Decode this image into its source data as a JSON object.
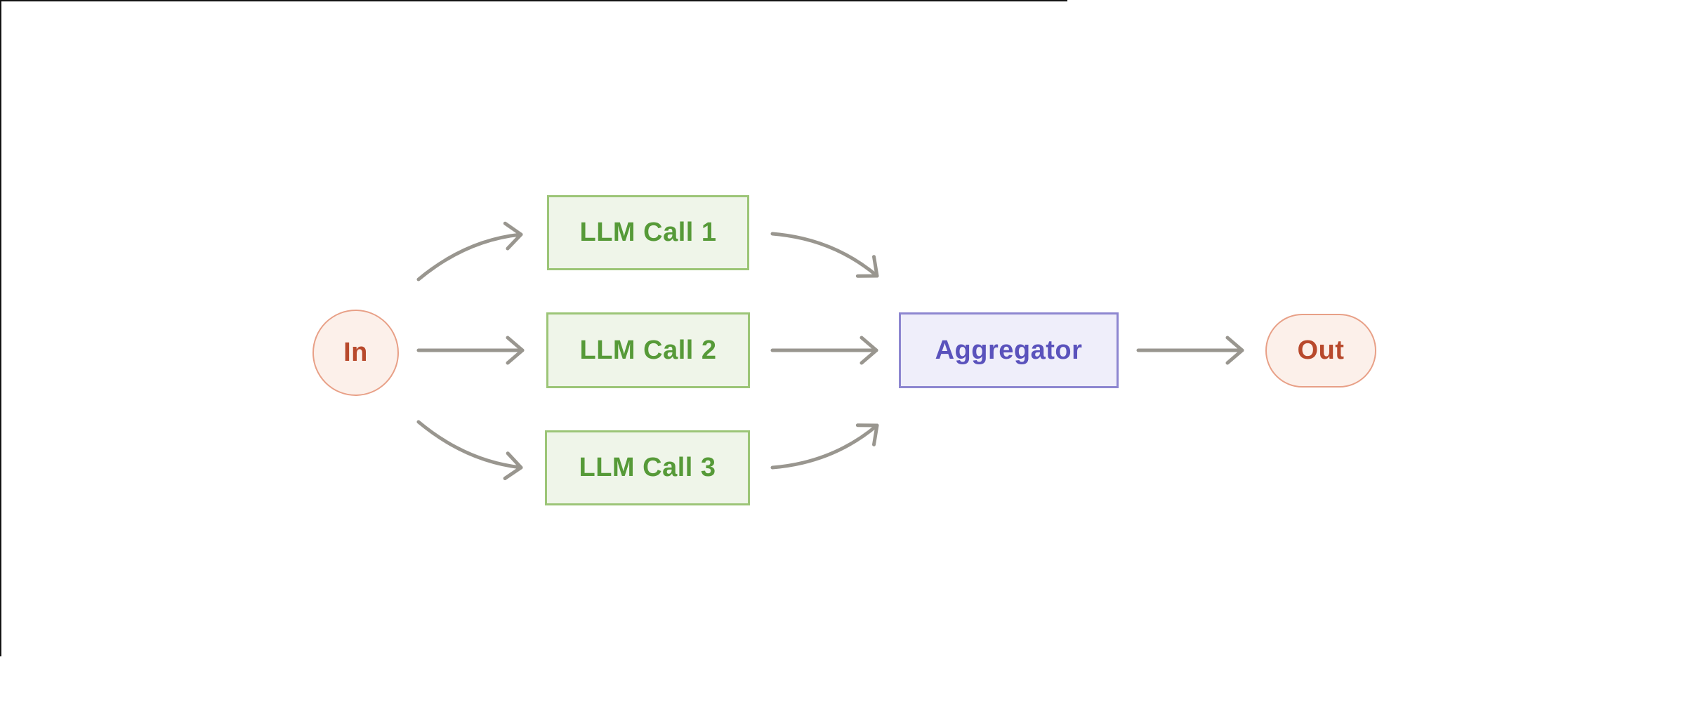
{
  "canvas": {
    "background_color": "#ffffff",
    "artifact_line_color": "#141414"
  },
  "diagram": {
    "type": "flowchart",
    "pattern": "parallelization",
    "arrow_color": "#99968f",
    "nodes": [
      {
        "id": "in",
        "label": "In",
        "shape": "circle",
        "fill": "#fcf0ea",
        "border": "#e8a087",
        "text_color": "#b8492c"
      },
      {
        "id": "llm-call-1",
        "label": "LLM Call 1",
        "shape": "rect",
        "fill": "#eff5e9",
        "border": "#9cc577",
        "text_color": "#569a38"
      },
      {
        "id": "llm-call-2",
        "label": "LLM Call 2",
        "shape": "rect",
        "fill": "#eff5e9",
        "border": "#9cc577",
        "text_color": "#569a38"
      },
      {
        "id": "llm-call-3",
        "label": "LLM Call 3",
        "shape": "rect",
        "fill": "#eff5e9",
        "border": "#9cc577",
        "text_color": "#569a38"
      },
      {
        "id": "aggregator",
        "label": "Aggregator",
        "shape": "rect",
        "fill": "#efeefa",
        "border": "#8d86d0",
        "text_color": "#5a52bc"
      },
      {
        "id": "out",
        "label": "Out",
        "shape": "pill",
        "fill": "#fcf0ea",
        "border": "#e8a087",
        "text_color": "#b8492c"
      }
    ],
    "edges": [
      {
        "from": "in",
        "to": "llm-call-1",
        "style": "curved"
      },
      {
        "from": "in",
        "to": "llm-call-2",
        "style": "straight"
      },
      {
        "from": "in",
        "to": "llm-call-3",
        "style": "curved"
      },
      {
        "from": "llm-call-1",
        "to": "aggregator",
        "style": "curved"
      },
      {
        "from": "llm-call-2",
        "to": "aggregator",
        "style": "straight"
      },
      {
        "from": "llm-call-3",
        "to": "aggregator",
        "style": "curved"
      },
      {
        "from": "aggregator",
        "to": "out",
        "style": "straight"
      }
    ]
  }
}
